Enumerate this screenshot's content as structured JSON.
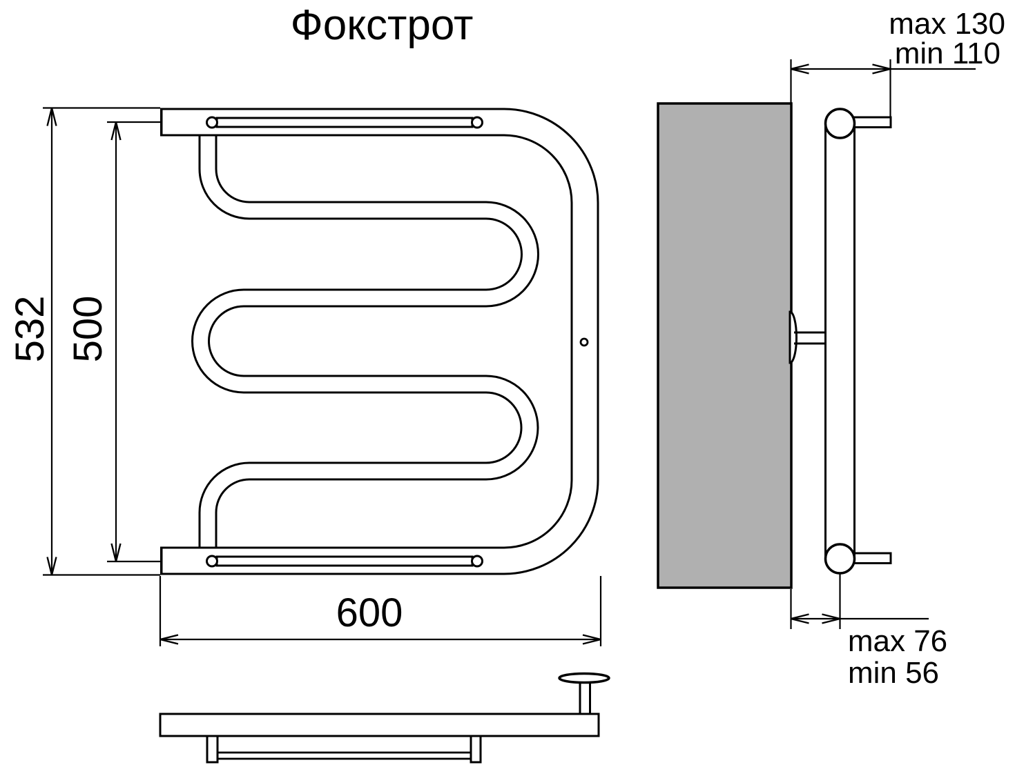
{
  "title": "Фокстрот",
  "front_view": {
    "dim_total_height": "532",
    "dim_axis_height": "500",
    "dim_width": "600"
  },
  "side_view": {
    "dim_top_max": "max 130",
    "dim_top_min": "min 110",
    "dim_bottom_max": "max 76",
    "dim_bottom_min": "min 56"
  }
}
